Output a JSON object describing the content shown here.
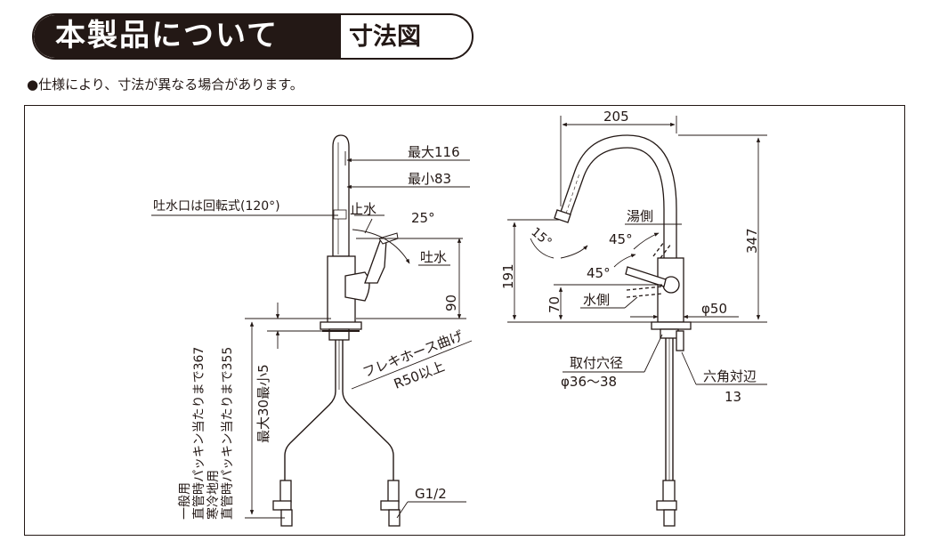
{
  "header": {
    "title": "本製品について",
    "subtitle": "寸法図"
  },
  "note": "●仕様により、寸法が異なる場合があります。",
  "left_view": {
    "max_reach": "最大116",
    "min_reach": "最小83",
    "spout_rotation": "吐水口は回転式(120°)",
    "stop": "止水",
    "angle": "25°",
    "discharge": "吐水",
    "height": "90",
    "hose_bend": "フレキホース曲げ",
    "hose_radius": "R50以上",
    "counter_range": "最大30最小5",
    "label_general_type": "一般用",
    "label_general_length": "直管時パッキン当たりまで367",
    "label_cold_type": "寒冷地用",
    "label_cold_length": "直管時パッキン当たりまで355",
    "connection": "G1/2"
  },
  "right_view": {
    "width": "205",
    "height": "347",
    "spout_height": "191",
    "lever_height": "70",
    "spout_angle": "15°",
    "hot_side": "湯側",
    "cold_side": "水側",
    "hot_angle": "45°",
    "cold_angle": "45°",
    "base_diameter": "φ50",
    "mount_hole_label": "取付穴径",
    "mount_hole_value": "φ36〜38",
    "hex_label": "六角対辺",
    "hex_value": "13"
  }
}
